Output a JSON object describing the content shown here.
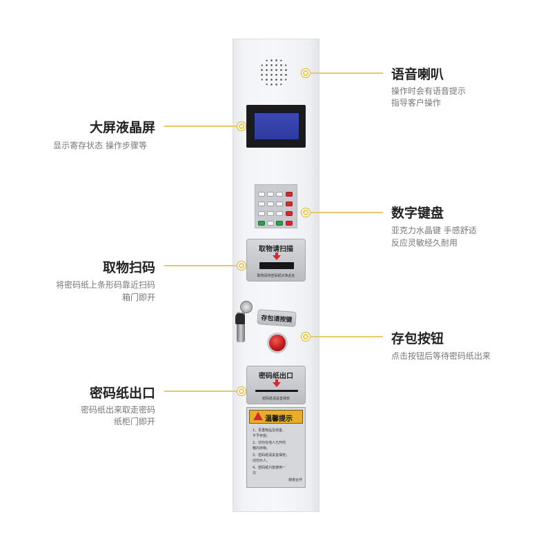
{
  "callouts": {
    "speaker": {
      "title": "语音喇叭",
      "desc": [
        "操作时会有语音提示",
        "指导客户操作"
      ]
    },
    "screen": {
      "title": "大屏液晶屏",
      "desc": [
        "显示寄存状态 操作步骤等"
      ]
    },
    "keypad": {
      "title": "数字键盘",
      "desc": [
        "亚克力水晶键 手感舒适",
        "反应灵敏经久耐用"
      ]
    },
    "scan": {
      "title": "取物扫码",
      "desc": [
        "将密码纸上条形码靠近扫码",
        "箱门即开"
      ]
    },
    "store_button": {
      "title": "存包按钮",
      "desc": [
        "点击按钮后等待密码纸出来"
      ]
    },
    "ticket_outlet": {
      "title": "密码纸出口",
      "desc": [
        "密码纸出来取走密码",
        "纸柜门即开"
      ]
    }
  },
  "device": {
    "scan_plate_title": "取物请扫描",
    "scan_plate_small": "取物请将密码纸对准此处",
    "store_plate_title": "存包请按键",
    "ticket_plate_title": "密码纸出口",
    "ticket_plate_small": "密码纸请妥善保管",
    "notice_title": "温馨提示",
    "notice_lines": [
      "1、贵重物品及现金、",
      "不予存放。",
      "2、切勿在他人已开的",
      "箱内存物。",
      "3、密码纸请妥善保管，",
      "切勿示人。",
      "4、密码纸只能使用一",
      "次",
      "谢谢合作"
    ]
  },
  "colors": {
    "accent_line": "#e8c86b",
    "accent_dot": "#f0c842",
    "panel": "#f3f4f7",
    "button_red": "#d9272e",
    "notice_header": "#e8ae2a"
  }
}
